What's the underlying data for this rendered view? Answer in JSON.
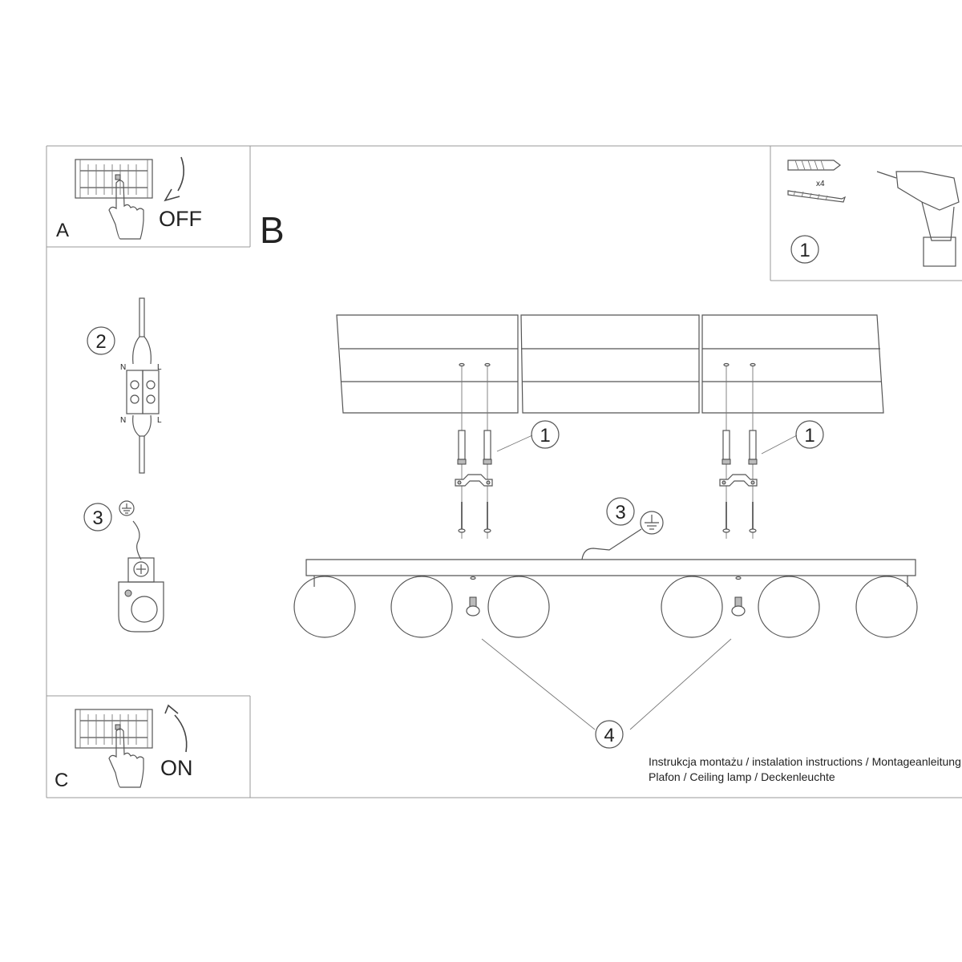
{
  "panels": {
    "a": {
      "letter": "A",
      "label": "OFF"
    },
    "b": {
      "letter": "B"
    },
    "c": {
      "letter": "C",
      "label": "ON"
    }
  },
  "steps": {
    "one": "1",
    "two": "2",
    "three": "3",
    "four": "4"
  },
  "tools": {
    "quantity": "x4"
  },
  "wiring": {
    "neutral": "N",
    "live": "L"
  },
  "info": {
    "line1": "Instrukcja montażu / instalation instructions / Montageanleitung",
    "line2": "Plafon / Ceiling lamp / Deckenleuchte"
  },
  "colors": {
    "line": "#555555",
    "frame": "#999999",
    "text": "#222222"
  }
}
